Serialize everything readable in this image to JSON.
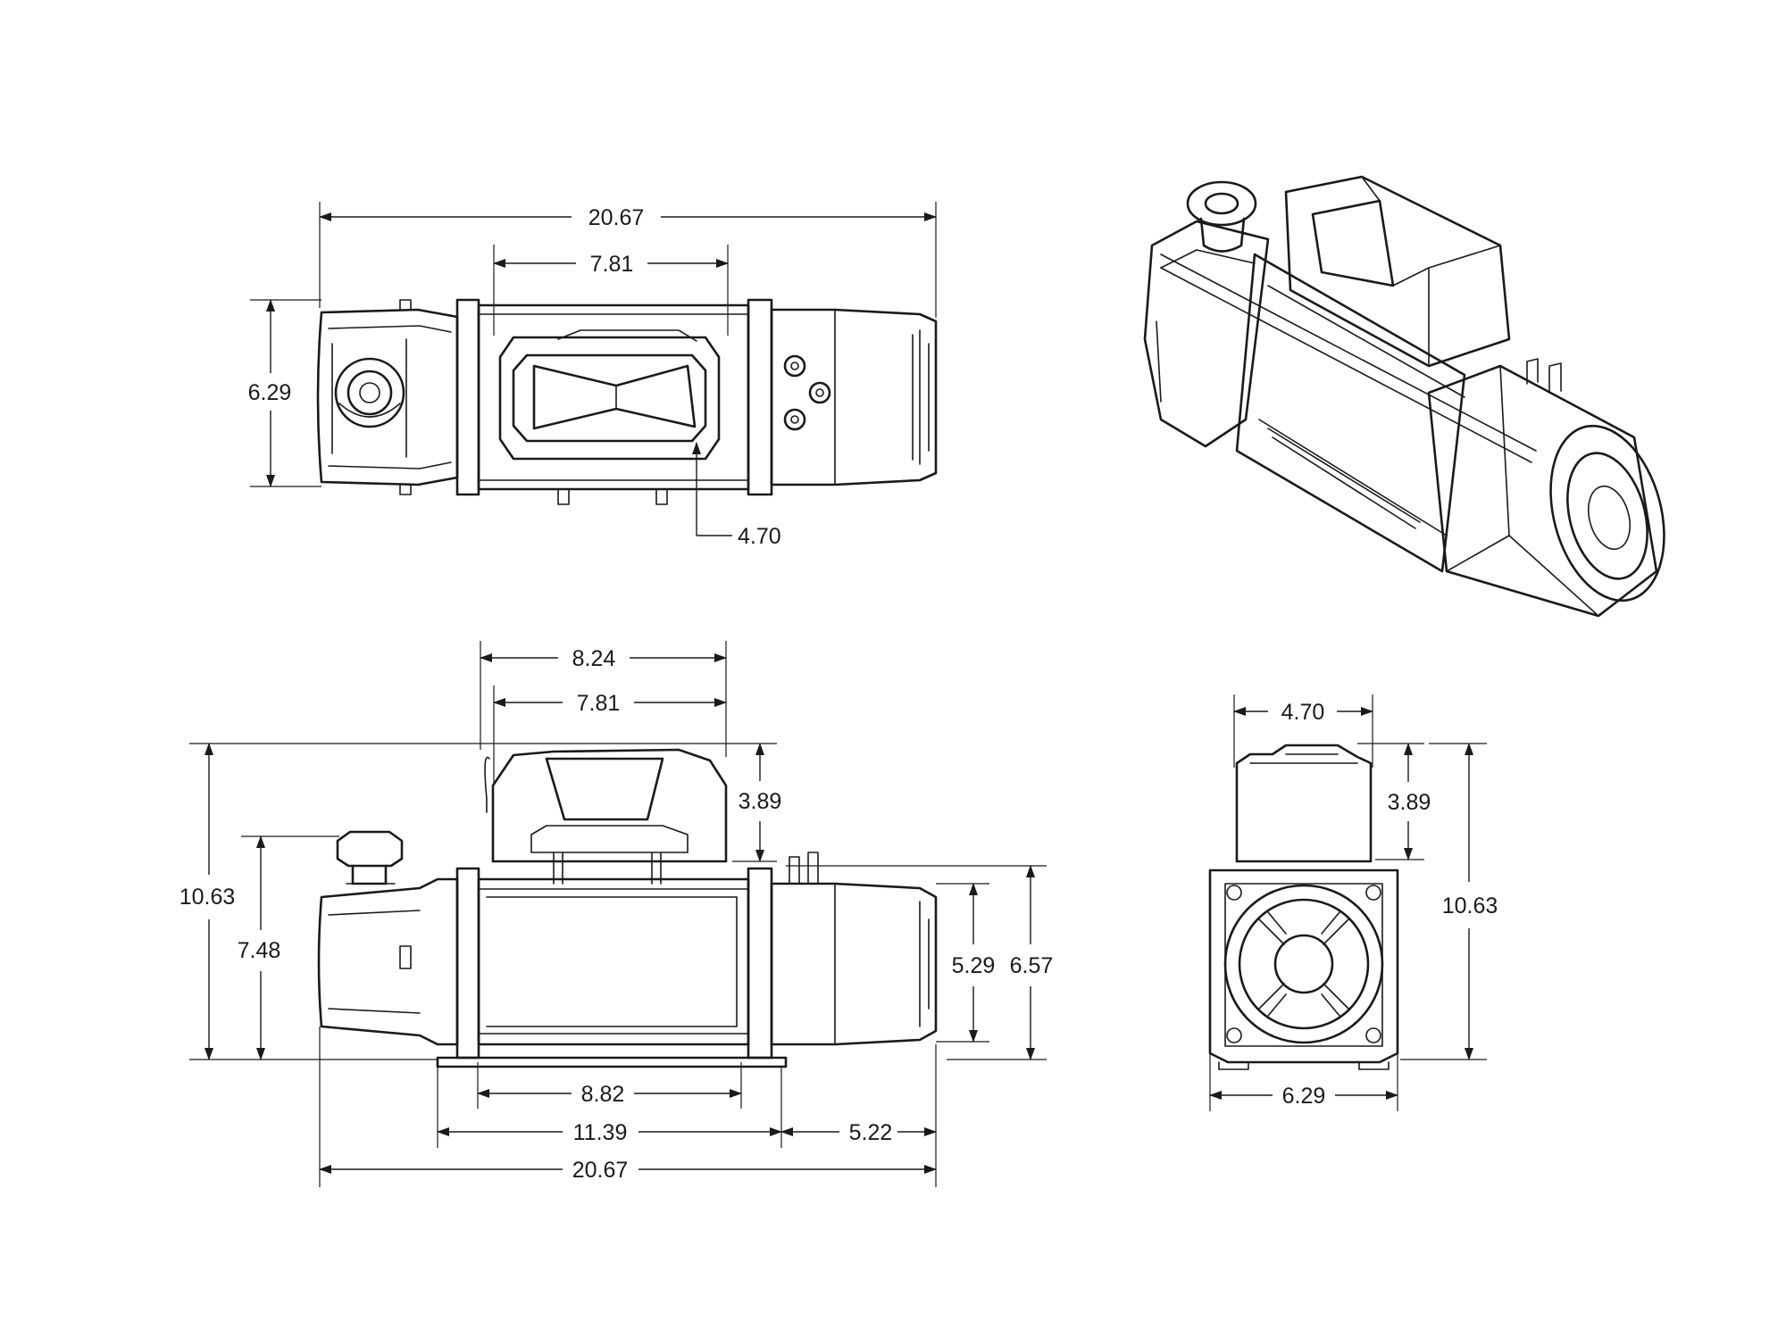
{
  "top_view": {
    "overall_length": "20.67",
    "cover_length": "7.81",
    "width": "6.29",
    "cover_offset": "4.70"
  },
  "front_view": {
    "housing_length": "8.24",
    "cover_length": "7.81",
    "overall_height": "10.63",
    "cover_height": "3.89",
    "cap_height": "7.48",
    "drum_height": "5.29",
    "body_height": "6.57",
    "drum_length": "8.82",
    "base_length": "11.39",
    "motor_length": "5.22",
    "overall_length": "20.67"
  },
  "side_view": {
    "cover_width": "4.70",
    "cover_height": "3.89",
    "overall_height": "10.63",
    "base_width": "6.29"
  },
  "colors": {
    "line": "#1a1a1a",
    "background": "#ffffff"
  }
}
